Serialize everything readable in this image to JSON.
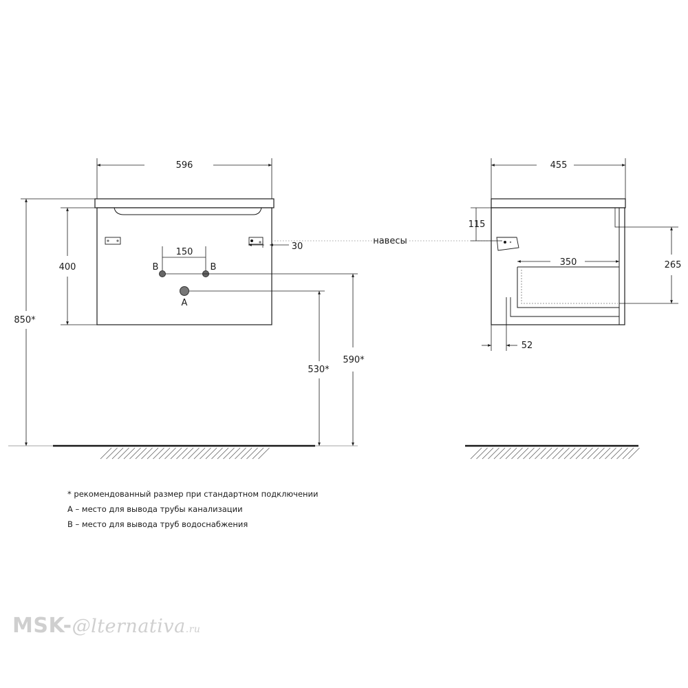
{
  "front_view": {
    "width": "596",
    "height_body": "400",
    "total_height": "850*",
    "pipe_spacing": "150",
    "pipe_b_label": "B",
    "pipe_a_label": "A",
    "hanger_offset": "30",
    "drain_height": "530*",
    "supply_height": "590*"
  },
  "side_view": {
    "depth": "455",
    "hanger_drop": "115",
    "drawer_depth": "350",
    "drawer_height": "265",
    "gap": "52"
  },
  "hangers_label": "навесы",
  "notes": [
    "* рекомендованный размер при стандартном подключении",
    "А – место для вывода трубы канализации",
    "В – место для вывода труб водоснабжения"
  ],
  "watermark": {
    "brand": "MSK-",
    "script": "@lternativa",
    "tld": ".ru"
  },
  "colors": {
    "line": "#1a1a1a",
    "pipe": "#555555",
    "watermark": "#cfcfcf"
  }
}
